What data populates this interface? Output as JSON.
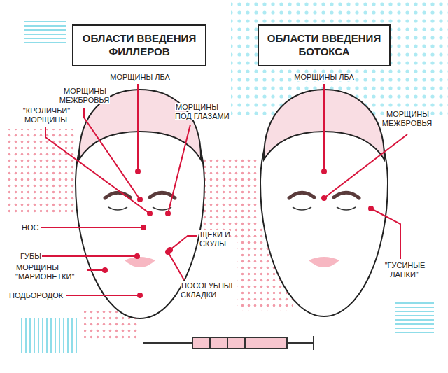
{
  "diagram": {
    "nodes": [
      {
        "text": [
          "ОБЛАСТИ ВВЕДЕНИЯ ФИЛЛЕРОВ"
        ]
      },
      {
        "text": [
          "ОБЛАСТИ ВВЕДЕНИЯ БОТОКСА"
        ]
      }
    ],
    "labels": [
      "МОРЩИНЫ ЛБА",
      "МОРЩИНЫ МЕЖБРОВЬЯ",
      "\"КРОЛИЧЬИ\" МОРЩИНЫ",
      "МОРЩИНЫ ПОД ГЛАЗАМИ",
      "НОС",
      "ЩЕКИ И СКУЛЫ",
      "ГУБЫ",
      "МОРЩИНЫ \"МАРИОНЕТКИ\"",
      "НОСОГУБНЫЕ СКЛАДКИ",
      "ПОДБОРОДОК",
      "МОРЩИНЫ ЛБА",
      "МОРЩИНЫ МЕЖБРОВЬЯ",
      "\"ГУСИНЫЕ ЛАПКИ\""
    ]
  }
}
